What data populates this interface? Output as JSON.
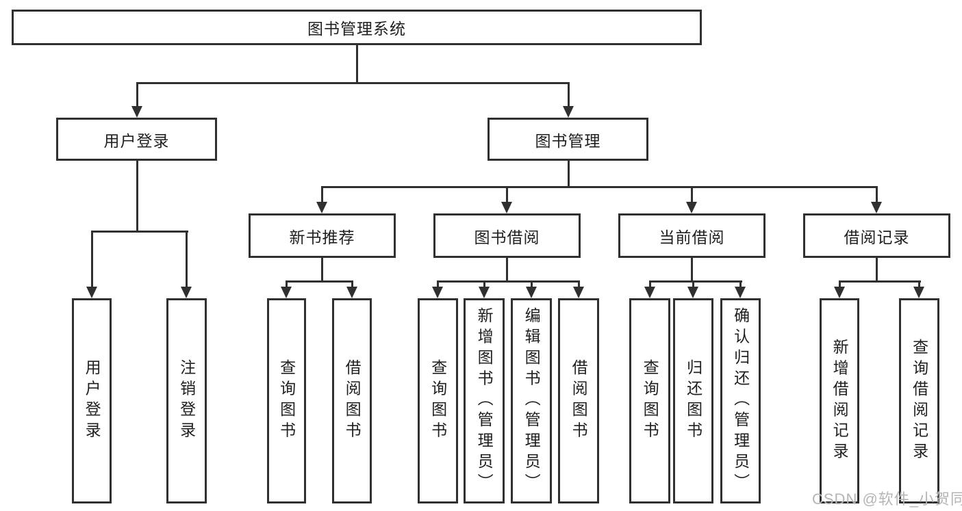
{
  "tree": {
    "root": {
      "label": "图书管理系统"
    },
    "branches": [
      {
        "label": "用户登录",
        "leaves": [
          {
            "label": "用户登录"
          },
          {
            "label": "注销登录"
          }
        ]
      },
      {
        "label": "图书管理",
        "children": [
          {
            "label": "新书推荐",
            "leaves": [
              {
                "label": "查询图书"
              },
              {
                "label": "借阅图书"
              }
            ]
          },
          {
            "label": "图书借阅",
            "leaves": [
              {
                "label": "查询图书"
              },
              {
                "label": "新增图书（管理员）"
              },
              {
                "label": "编辑图书（管理员）"
              },
              {
                "label": "借阅图书"
              }
            ]
          },
          {
            "label": "当前借阅",
            "leaves": [
              {
                "label": "查询图书"
              },
              {
                "label": "归还图书"
              },
              {
                "label": "确认归还（管理员）"
              }
            ]
          },
          {
            "label": "借阅记录",
            "leaves": [
              {
                "label": "新增借阅记录"
              },
              {
                "label": "查询借阅记录"
              }
            ]
          }
        ]
      }
    ]
  },
  "watermark": {
    "text": "CSDN @软件_小贺同学"
  },
  "colors": {
    "line": "#303030",
    "text": "#1f1f1f",
    "watermark": "#b5b5b5",
    "background": "#ffffff"
  }
}
